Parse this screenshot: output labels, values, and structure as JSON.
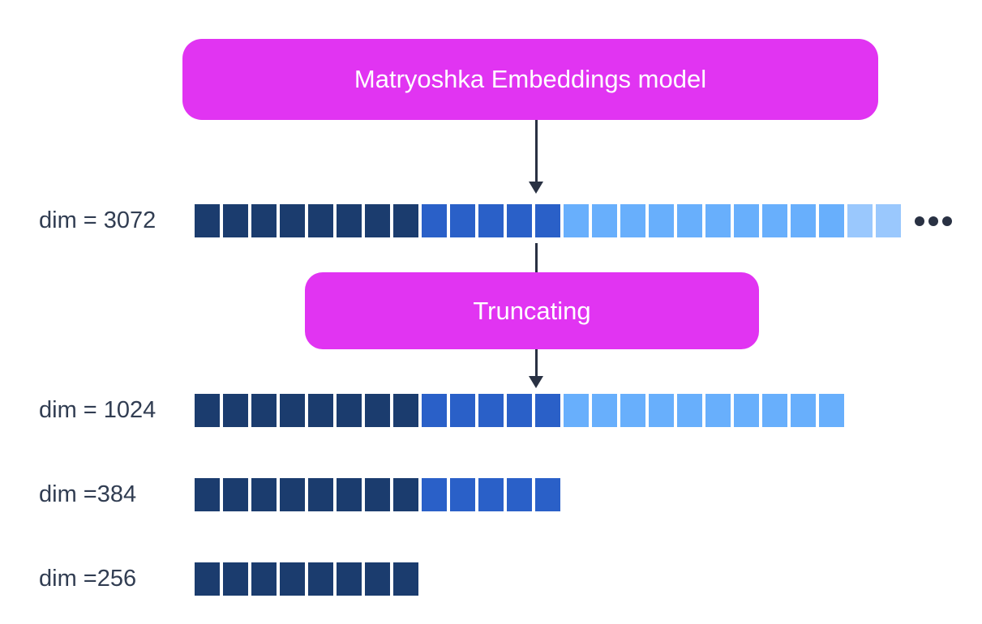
{
  "colors": {
    "background": "#FFFFFF",
    "magenta": "#E134F2",
    "box_text": "#FFFFFF",
    "navy": "#1B3C6E",
    "medium_blue": "#2A60C8",
    "light_blue": "#68AFFC",
    "pale_blue": "#9AC8FD",
    "arrow": "#293143",
    "label": "#313D52"
  },
  "model_box": {
    "label": "Matryoshka Embeddings model"
  },
  "truncate_box": {
    "label": "Truncating"
  },
  "rows": [
    {
      "label": "dim = 3072",
      "dimension": 3072,
      "ellipsis": true,
      "segments": [
        {
          "color": "navy",
          "count": 8
        },
        {
          "color": "medium_blue",
          "count": 5
        },
        {
          "color": "light_blue",
          "count": 10
        },
        {
          "color": "pale_blue",
          "count": 2
        }
      ]
    },
    {
      "label": "dim = 1024",
      "dimension": 1024,
      "ellipsis": false,
      "segments": [
        {
          "color": "navy",
          "count": 8
        },
        {
          "color": "medium_blue",
          "count": 5
        },
        {
          "color": "light_blue",
          "count": 10
        }
      ]
    },
    {
      "label": "dim =384",
      "dimension": 384,
      "ellipsis": false,
      "segments": [
        {
          "color": "navy",
          "count": 8
        },
        {
          "color": "medium_blue",
          "count": 5
        }
      ]
    },
    {
      "label": "dim =256",
      "dimension": 256,
      "ellipsis": false,
      "segments": [
        {
          "color": "navy",
          "count": 8
        }
      ]
    }
  ]
}
